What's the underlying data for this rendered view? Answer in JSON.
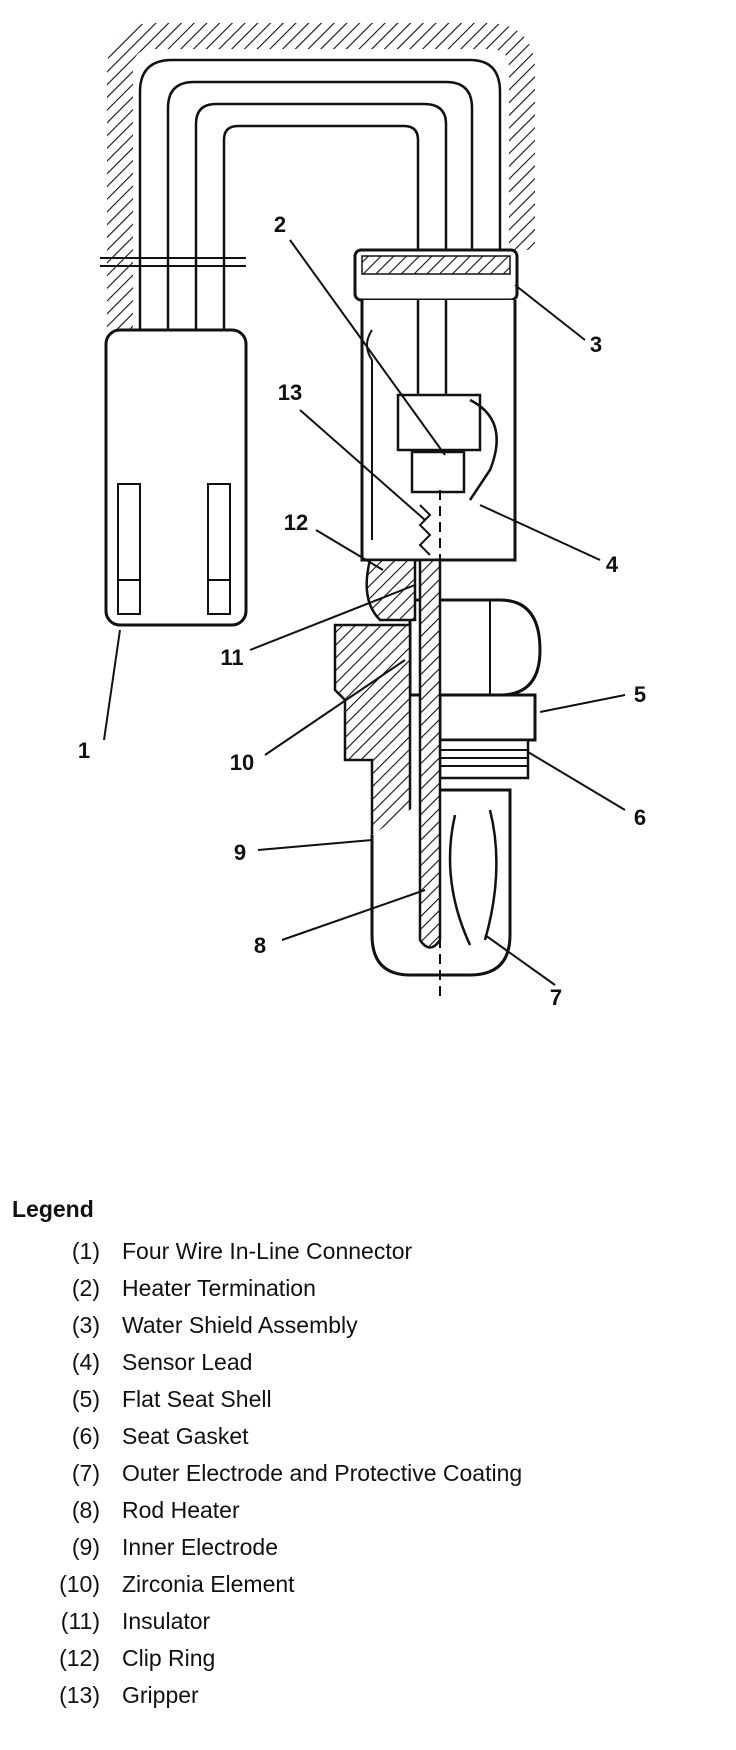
{
  "callouts": [
    "1",
    "2",
    "3",
    "4",
    "5",
    "6",
    "7",
    "8",
    "9",
    "10",
    "11",
    "12",
    "13"
  ],
  "legend": {
    "title": "Legend",
    "items": [
      {
        "num": "(1)",
        "label": "Four Wire In-Line Connector"
      },
      {
        "num": "(2)",
        "label": "Heater Termination"
      },
      {
        "num": "(3)",
        "label": "Water Shield Assembly"
      },
      {
        "num": "(4)",
        "label": "Sensor Lead"
      },
      {
        "num": "(5)",
        "label": "Flat Seat Shell"
      },
      {
        "num": "(6)",
        "label": "Seat Gasket"
      },
      {
        "num": "(7)",
        "label": "Outer Electrode and Protective Coating"
      },
      {
        "num": "(8)",
        "label": "Rod Heater"
      },
      {
        "num": "(9)",
        "label": "Inner Electrode"
      },
      {
        "num": "(10)",
        "label": "Zirconia Element"
      },
      {
        "num": "(11)",
        "label": "Insulator"
      },
      {
        "num": "(12)",
        "label": "Clip Ring"
      },
      {
        "num": "(13)",
        "label": "Gripper"
      }
    ]
  }
}
